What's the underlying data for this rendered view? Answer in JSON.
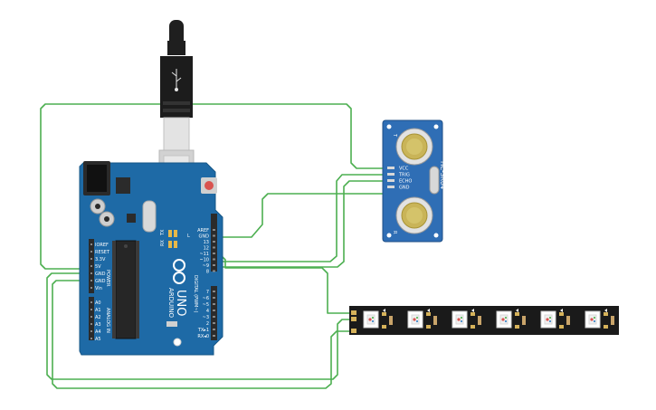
{
  "colors": {
    "wire": "#4caf50",
    "board_blue": "#1e6aa6",
    "sensor_blue": "#2f6eb5",
    "strip_black": "#1a1a1a",
    "usb_gray": "#c7c7c7",
    "header_black": "#2b2b2b"
  },
  "arduino": {
    "brand": "ARDUINO",
    "model": "UNO",
    "power_label": "POWER",
    "analog_label": "ANALOG IN",
    "digital_label": "DIGITAL (PWM~)",
    "tx_label": "TX",
    "rx_label": "RX",
    "l_label": "L",
    "power_pins": [
      "IOREF",
      "RESET",
      "3.3V",
      "5V",
      "GND",
      "GND",
      "Vin"
    ],
    "analog_pins": [
      "A0",
      "A1",
      "A2",
      "A3",
      "A4",
      "A5"
    ],
    "digital_pins_top": [
      "AREF",
      "GND",
      "13",
      "12",
      "~11",
      "~10",
      "~9",
      "8"
    ],
    "digital_pins_bottom": [
      "7",
      "~6",
      "~5",
      "4",
      "~3",
      "2",
      "TX▸1",
      "RX◂0"
    ]
  },
  "sensor": {
    "model": "HC-SR04",
    "pins": [
      "VCC",
      "TRIG",
      "ECHO",
      "GND"
    ],
    "left_mark": "T",
    "right_mark": "R"
  },
  "strip": {
    "pixel_count": 6
  },
  "usb_cable": {
    "icon": "usb-icon"
  }
}
